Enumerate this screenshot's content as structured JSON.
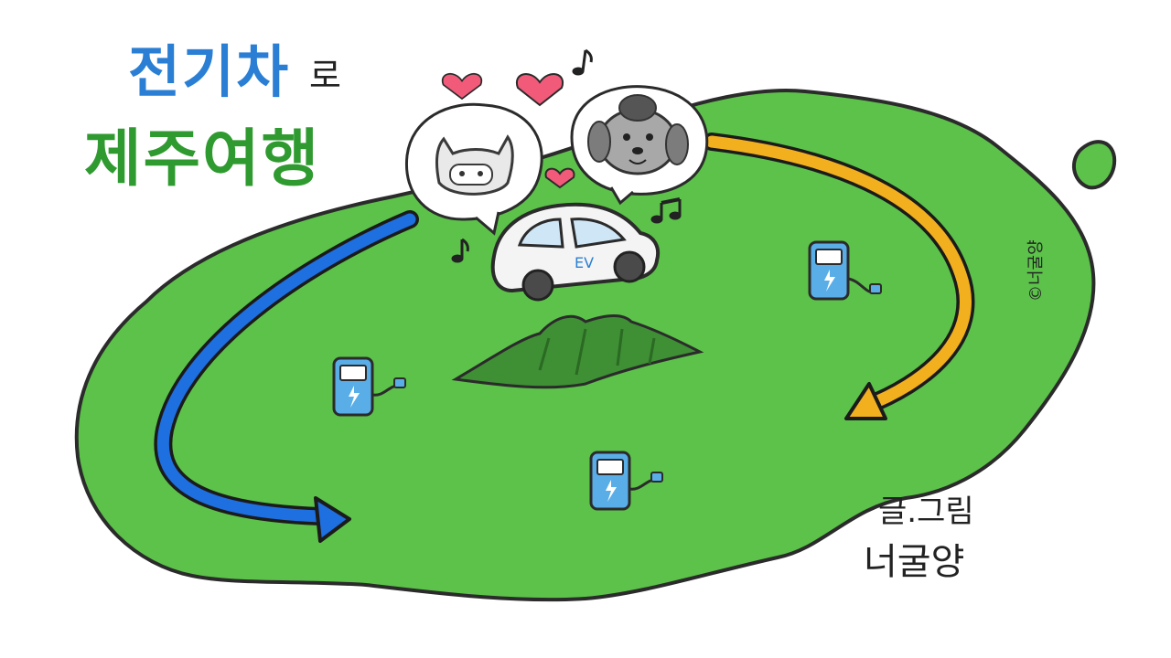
{
  "title": {
    "line1": "전기차",
    "line1_suffix": "로",
    "line2": "제주여행"
  },
  "car": {
    "label": "EV"
  },
  "credit": {
    "line1": "글.그림",
    "line2": "너굴양"
  },
  "watermark": "©너굴양",
  "colors": {
    "island": "#5cc24a",
    "island_outline": "#2b2b2b",
    "arrow_left": "#1e6fe0",
    "arrow_right": "#f2b01e",
    "title_blue": "#2a7fd4",
    "title_green": "#2f9a2f",
    "charger": "#5aaee8",
    "heart": "#f25a7a",
    "mountain": "#3f8f35"
  },
  "icons": [
    "heart-icon",
    "music-note-icon",
    "ev-charger-icon",
    "cat-face-icon",
    "dog-face-icon",
    "ev-car-icon",
    "mountain-icon"
  ]
}
